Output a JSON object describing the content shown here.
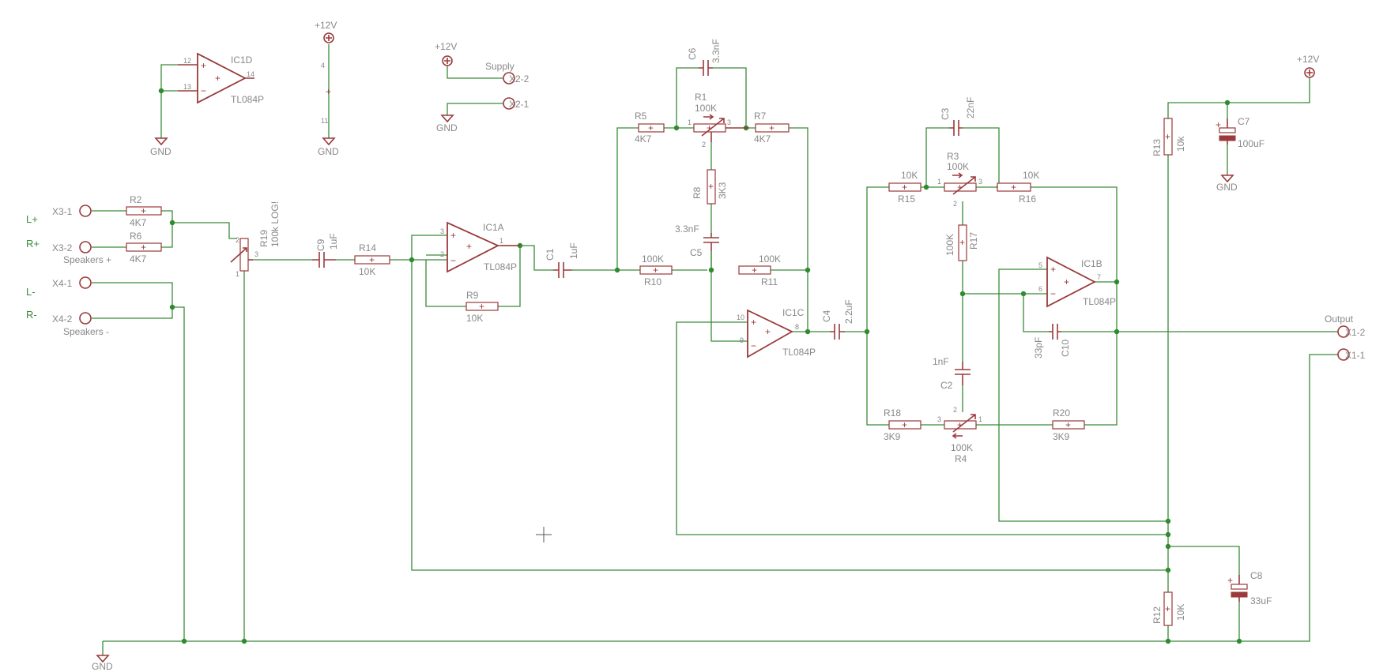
{
  "opamps": {
    "ic1d": {
      "name": "IC1D",
      "value": "TL084P",
      "pin_a": "12",
      "pin_b": "13",
      "pin_out": "14"
    },
    "ic1a": {
      "name": "IC1A",
      "value": "TL084P",
      "pin_a": "3",
      "pin_b": "2",
      "pin_out": "1"
    },
    "ic1c": {
      "name": "IC1C",
      "value": "TL084P",
      "pin_a": "10",
      "pin_b": "9",
      "pin_out": "8"
    },
    "ic1b": {
      "name": "IC1B",
      "value": "TL084P",
      "pin_a": "5",
      "pin_b": "6",
      "pin_out": "7"
    }
  },
  "power": {
    "supply_pin_top": "4",
    "supply_pin_bottom": "11",
    "vcc": "+12V",
    "gnd": "GND",
    "supply_label": "Supply"
  },
  "connectors": {
    "x3_1": "X3-1",
    "x3_2": "X3-2",
    "x4_1": "X4-1",
    "x4_2": "X4-2",
    "x2_2": "X2-2",
    "x2_1": "X2-1",
    "x1_2": "X1-2",
    "x1_1": "X1-1",
    "speakers_plus": "Speakers +",
    "speakers_minus": "Speakers -",
    "output": "Output",
    "l_plus": "L+",
    "r_plus": "R+",
    "l_minus": "L-",
    "r_minus": "R-"
  },
  "resistors": {
    "r2": {
      "name": "R2",
      "value": "4K7"
    },
    "r6": {
      "name": "R6",
      "value": "4K7"
    },
    "r14": {
      "name": "R14",
      "value": "10K"
    },
    "r9": {
      "name": "R9",
      "value": "10K"
    },
    "r5": {
      "name": "R5",
      "value": "4K7"
    },
    "r7": {
      "name": "R7",
      "value": "4K7"
    },
    "r8": {
      "name": "R8",
      "value": "3K3"
    },
    "r10": {
      "name": "R10",
      "value": "100K"
    },
    "r11": {
      "name": "R11",
      "value": "100K"
    },
    "r15": {
      "name": "R15",
      "value": "10K"
    },
    "r16": {
      "name": "R16",
      "value": "10K"
    },
    "r17": {
      "name": "R17",
      "value": "100K"
    },
    "r18": {
      "name": "R18",
      "value": "3K9"
    },
    "r20": {
      "name": "R20",
      "value": "3K9"
    },
    "r13": {
      "name": "R13",
      "value": "10k"
    },
    "r12": {
      "name": "R12",
      "value": "10K"
    }
  },
  "pots": {
    "r19": {
      "name": "R19",
      "value": "100k LOG!"
    },
    "r1": {
      "name": "R1",
      "value": "100K"
    },
    "r3": {
      "name": "R3",
      "value": "100K"
    },
    "r4": {
      "name": "R4",
      "value": "100K"
    },
    "pin1": "1",
    "pin2": "2",
    "pin3": "3"
  },
  "capacitors": {
    "c9": {
      "name": "C9",
      "value": "1uF"
    },
    "c1": {
      "name": "C1",
      "value": "1uF"
    },
    "c6": {
      "name": "C6",
      "value": "3.3nF"
    },
    "c5": {
      "name": "C5",
      "value": "3.3nF"
    },
    "c4": {
      "name": "C4",
      "value": "2.2uF"
    },
    "c3": {
      "name": "C3",
      "value": "22nF"
    },
    "c2": {
      "name": "C2",
      "value": "1nF"
    },
    "c10": {
      "name": "C10",
      "value": "33pF"
    },
    "c7": {
      "name": "C7",
      "value": "100uF"
    },
    "c8": {
      "name": "C8",
      "value": "33uF"
    }
  }
}
